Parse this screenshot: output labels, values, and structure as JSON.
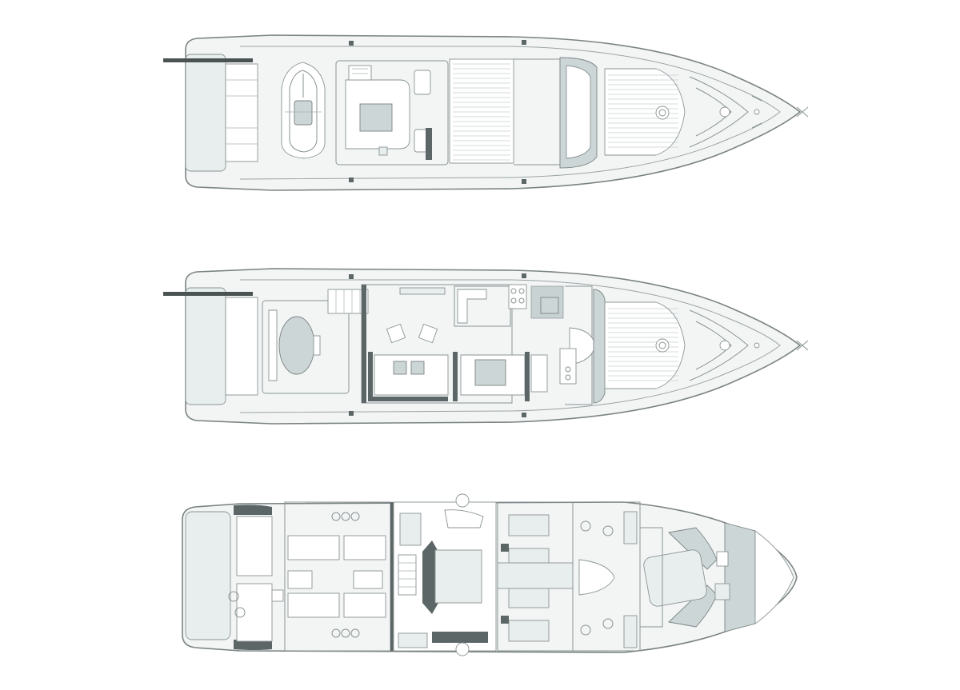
{
  "drawing": {
    "subject": "yacht-general-arrangement",
    "levels": [
      "flybridge",
      "main-deck",
      "lower-deck"
    ],
    "colors": {
      "background": "#ffffff",
      "hull_fill": "#f3f5f5",
      "outline": "#7b8383",
      "accent_panel": "#cdd6d6",
      "dark_wall": "#5d6666"
    }
  }
}
